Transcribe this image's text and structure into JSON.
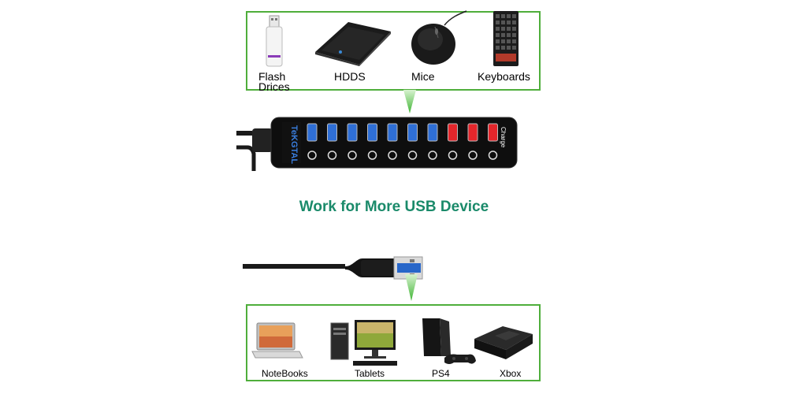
{
  "top_devices": [
    {
      "name": "flash-drive",
      "label_line1": "Flash",
      "label_line2": "Drices"
    },
    {
      "name": "hdd",
      "label": "HDDS"
    },
    {
      "name": "mouse",
      "label": "Mice"
    },
    {
      "name": "keyboard",
      "label": "Keyboards"
    }
  ],
  "headline": "Work for More USB Device",
  "bottom_devices": [
    {
      "name": "notebook",
      "label": "NoteBooks"
    },
    {
      "name": "tablet",
      "label": "Tablets"
    },
    {
      "name": "ps4",
      "label": "PS4"
    },
    {
      "name": "xbox",
      "label": "Xbox"
    }
  ],
  "hub": {
    "brand_text": "TeKGTAL",
    "charge_text": "Charge",
    "blue_ports": 7,
    "red_ports": 3
  },
  "colors": {
    "panel_border": "#4fae3b",
    "headline": "#1a8a6a",
    "arrow": "#5cc64a",
    "blue_port": "#2f6fd6",
    "red_port": "#e3262b"
  }
}
